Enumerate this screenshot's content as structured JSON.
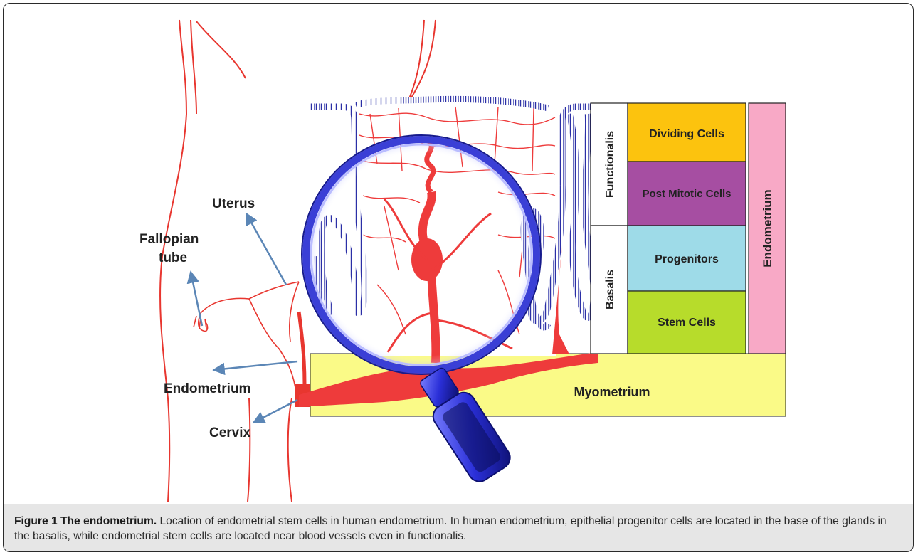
{
  "figure": {
    "labels": {
      "uterus": "Uterus",
      "fallopian_line1": "Fallopian",
      "fallopian_line2": "tube",
      "endometrium_side": "Endometrium",
      "cervix": "Cervix",
      "functionalis": "Functionalis",
      "basalis": "Basalis",
      "dividing_cells": "Dividing Cells",
      "post_mitotic_cells": "Post Mitotic Cells",
      "progenitors": "Progenitors",
      "stem_cells": "Stem Cells",
      "endometrium_bar": "Endometrium",
      "myometrium": "Myometrium"
    },
    "colors": {
      "outline_red": "#e8362f",
      "vessel_red": "#ee3b3b",
      "gland_blue": "#2b2fa6",
      "arrow_blue": "#5b86b6",
      "dividing": "#fcc30e",
      "post_mitotic": "#a64ea2",
      "progenitors": "#9edbe8",
      "stem_cells": "#b7dc2b",
      "endometrium_bar": "#f8a9c6",
      "myometrium": "#fafa87"
    }
  },
  "caption": {
    "lead": "Figure 1 The endometrium.",
    "text": " Location of endometrial stem cells in human endometrium. In human endometrium, epithelial progenitor cells are located in the base of the glands in the basalis, while endometrial stem cells are located near blood vessels even in functionalis."
  }
}
